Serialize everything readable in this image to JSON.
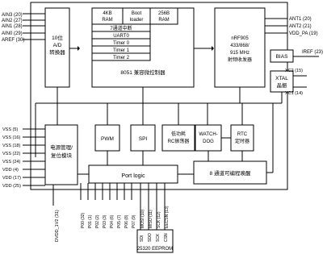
{
  "left_pins": {
    "top": [
      "AIN3 (20)",
      "AIN2 (27)",
      "AIN1 (28)",
      "AIN0 (29)",
      "AREF (30)"
    ],
    "power": [
      "VSS (5)",
      "VSS (16)",
      "VSS (18)",
      "VSS (22)",
      "VSS (24)",
      "VDD (4)",
      "VDD (17)",
      "VDD (25)"
    ]
  },
  "right_pins": {
    "top": [
      "ANT1 (20)",
      "ANT2 (21)",
      "VDD_PA (19)"
    ],
    "iref": "IREF (23)",
    "xc2": "XC2 (15)",
    "xc1": "XC1 (14)"
  },
  "blocks": {
    "adc": [
      "10位",
      "A/D",
      "转换器"
    ],
    "ram4kb": [
      "4KB",
      "RAM"
    ],
    "bootloader": [
      "Boot",
      "loader"
    ],
    "ram256b": [
      "256B",
      "RAM"
    ],
    "cpu_rows": [
      "7通道中断",
      "UART0",
      "Timer 0",
      "Timer 1",
      "Timer 2"
    ],
    "cpu_label": "8051 兼容微控制器",
    "rf": [
      "nRF905",
      "433/868/",
      "915 MHz",
      "射频收发器"
    ],
    "bias": "BIAS",
    "xtal": [
      "XTAL",
      "晶振"
    ],
    "power_mgmt": [
      "电源管理/",
      "复位模块"
    ],
    "pwm": "PWM",
    "spi": "SPI",
    "rc_osc": [
      "低功耗",
      "RC振荡器"
    ],
    "watchdog": [
      "WATCH-",
      "DOG"
    ],
    "rtc": [
      "RTC",
      "定时器"
    ],
    "port_logic": "Port logic",
    "wakeup": "8 通道可编程唤醒",
    "eeprom": "25320 EEPROM"
  },
  "bottom_pins": {
    "dvdd": "DVDD_1V2 (31)",
    "ports": [
      "P00 (32)",
      "P01 (1)",
      "P02 (2)",
      "P03 (3)",
      "P04 (6)",
      "P05 (7)",
      "P06 (8)",
      "P07 (9)"
    ],
    "spi": [
      "MOSI (10)",
      "MISO (11)",
      "SCK (12)",
      "EECSN (13)"
    ],
    "eeprom_pins": [
      "SDI",
      "SDO",
      "SCK",
      "CSN"
    ]
  },
  "colors": {
    "stroke": "#000000",
    "background": "#ffffff"
  }
}
